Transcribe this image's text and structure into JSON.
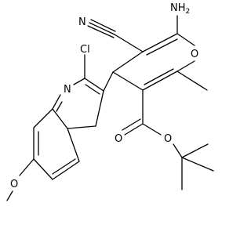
{
  "structure": {
    "labels": {
      "amino": "NH",
      "amino_subscript": "2",
      "nitrile_n": "N",
      "ring_oxygen": "O",
      "chloro": "Cl",
      "quinoline_n": "N",
      "ester_carbonyl_o": "O",
      "ester_o": "O",
      "methoxy_o": "O"
    },
    "colors": {
      "ink": "#000000",
      "background": "#ffffff"
    }
  }
}
